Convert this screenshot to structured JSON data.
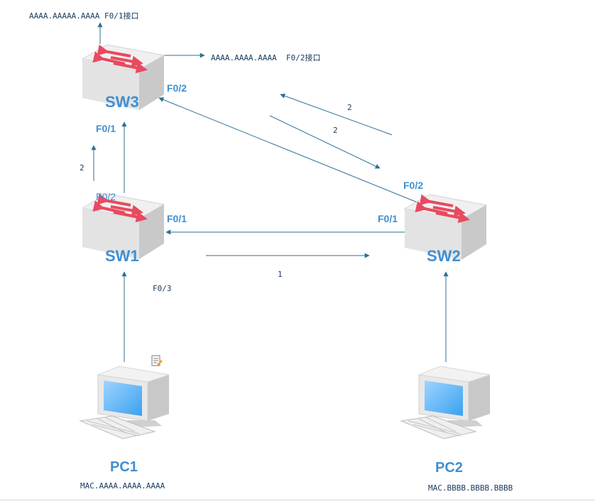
{
  "devices": {
    "sw3": "SW3",
    "sw1": "SW1",
    "sw2": "SW2",
    "pc1": "PC1",
    "pc2": "PC2"
  },
  "mac": {
    "pc1": "MAC.AAAA.AAAA.AAAA",
    "pc2": "MAC.BBBB.BBBB.BBBB"
  },
  "ports": {
    "sw3_f01": "F0/1",
    "sw3_f02": "F0/2",
    "sw1_f02": "F0/2",
    "sw1_f01": "F0/1",
    "sw1_f03": "F0/3",
    "sw2_f01": "F0/1",
    "sw2_f02": "F0/2"
  },
  "mac_table_notes": {
    "top": "AAAA.AAAAA.AAAA F0/1接口",
    "right": "AAAA.AAAA.AAAA  F0/2接口"
  },
  "step_labels": {
    "sw1_to_sw2": "1",
    "sw1_to_sw3": "2",
    "sw2_to_sw3": "2",
    "sw3_to_sw2": "2"
  },
  "colors": {
    "link": "#2e6f95",
    "label_blue": "#3f8fd2",
    "switch_arrow": "#e84a5f",
    "switch_body": "#dcdcdc"
  },
  "icons": {
    "note": "note-icon"
  }
}
